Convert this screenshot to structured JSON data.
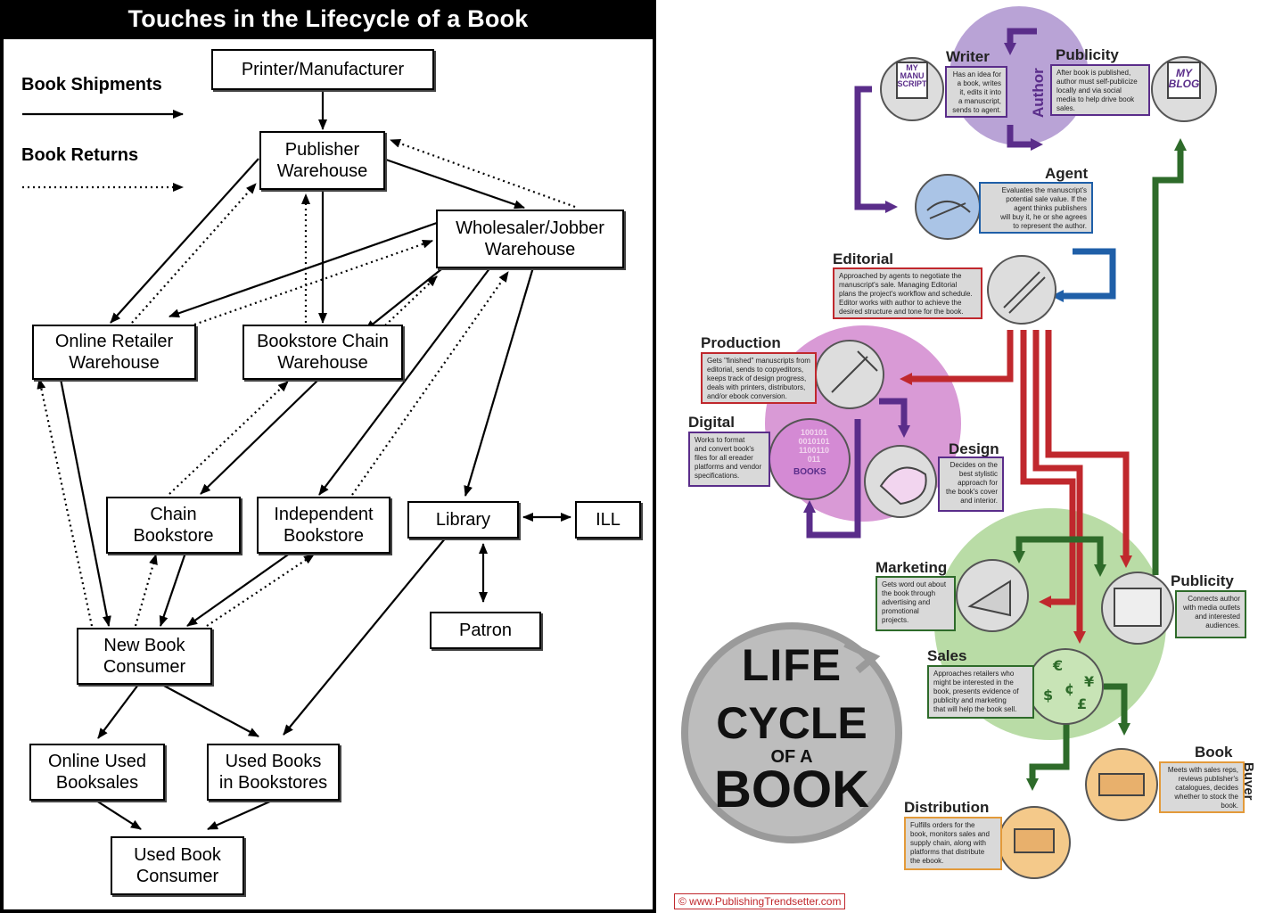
{
  "left": {
    "title": "Touches in the Lifecycle of a Book",
    "legend_shipments": "Book Shipments",
    "legend_returns": "Book Returns",
    "boxes": {
      "printer": "Printer/Manufacturer",
      "publisher": "Publisher\nWarehouse",
      "wholesaler": "Wholesaler/Jobber\nWarehouse",
      "online_retailer": "Online Retailer\nWarehouse",
      "chain_warehouse": "Bookstore Chain\nWarehouse",
      "chain_bookstore": "Chain\nBookstore",
      "independent": "Independent\nBookstore",
      "library": "Library",
      "ill": "ILL",
      "patron": "Patron",
      "new_consumer": "New Book\nConsumer",
      "online_used": "Online Used\nBooksales",
      "used_bookstores": "Used Books\nin Bookstores",
      "used_consumer": "Used Book\nConsumer"
    }
  },
  "right": {
    "title_line1": "LIFE",
    "title_line2": "CYCLE",
    "title_line3": "OF A",
    "title_line4": "BOOK",
    "footer": "© www.PublishingTrendsetter.com",
    "author_label": "Author",
    "icons": {
      "manuscript": "MY\nMANU\nSCRIPT",
      "blog": "MY\nBLOG",
      "books": "BOOKS",
      "binary": "100101\n0010101\n1100110\n011"
    },
    "stages": {
      "writer": {
        "title": "Writer",
        "desc": "Has an idea for\na book, writes\nit, edits it into\na manuscript,\nsends to agent."
      },
      "publicity_author": {
        "title": "Publicity",
        "desc": "After book is published,\nauthor must self-publicize\nlocally and via social\nmedia to help drive book\nsales."
      },
      "agent": {
        "title": "Agent",
        "desc": "Evaluates the manuscript's\npotential sale value. If the\nagent thinks publishers\nwill buy it, he or she agrees\nto represent the author."
      },
      "editorial": {
        "title": "Editorial",
        "desc": "Approached by agents to negotiate the\nmanuscript's sale. Managing Editorial\nplans the project's workflow and schedule.\nEditor works with author to achieve the\ndesired structure and tone for the book."
      },
      "production": {
        "title": "Production",
        "desc": "Gets \"finished\" manuscripts from\neditorial, sends to copyeditors,\nkeeps track of design progress,\ndeals with printers, distributors,\nand/or ebook conversion."
      },
      "digital": {
        "title": "Digital",
        "desc": "Works to format\nand convert book's\nfiles for all ereader\nplatforms and vendor\nspecifications."
      },
      "design": {
        "title": "Design",
        "desc": "Decides on the\nbest stylistic\napproach for\nthe book's cover\nand interior."
      },
      "marketing": {
        "title": "Marketing",
        "desc": "Gets word out about\nthe book through\nadvertising and\npromotional\nprojects."
      },
      "publicity": {
        "title": "Publicity",
        "desc": "Connects author\nwith media outlets\nand interested\naudiences."
      },
      "sales": {
        "title": "Sales",
        "desc": "Approaches retailers who\nmight be interested in the\nbook, presents evidence of\npublicity and marketing\nthat will help the book sell."
      },
      "book_buyer": {
        "title": "Book",
        "title2": "Buyer",
        "desc": "Meets with sales reps,\nreviews publisher's\ncatalogues, decides\nwhether to stock the\nbook."
      },
      "distribution": {
        "title": "Distribution",
        "desc": "Fulfills orders for the\nbook, monitors sales and\nsupply chain, along with\nplatforms that distribute\nthe ebook."
      }
    }
  },
  "colors": {
    "purple": "#5a2d8a",
    "blue": "#1f5fa8",
    "red": "#c0282d",
    "green": "#2e6b2a",
    "purple_circle": "#b9a3d6",
    "magenta_circle": "#d99ad6",
    "green_circle": "#b9dca6",
    "orange": "#e39a3a"
  }
}
